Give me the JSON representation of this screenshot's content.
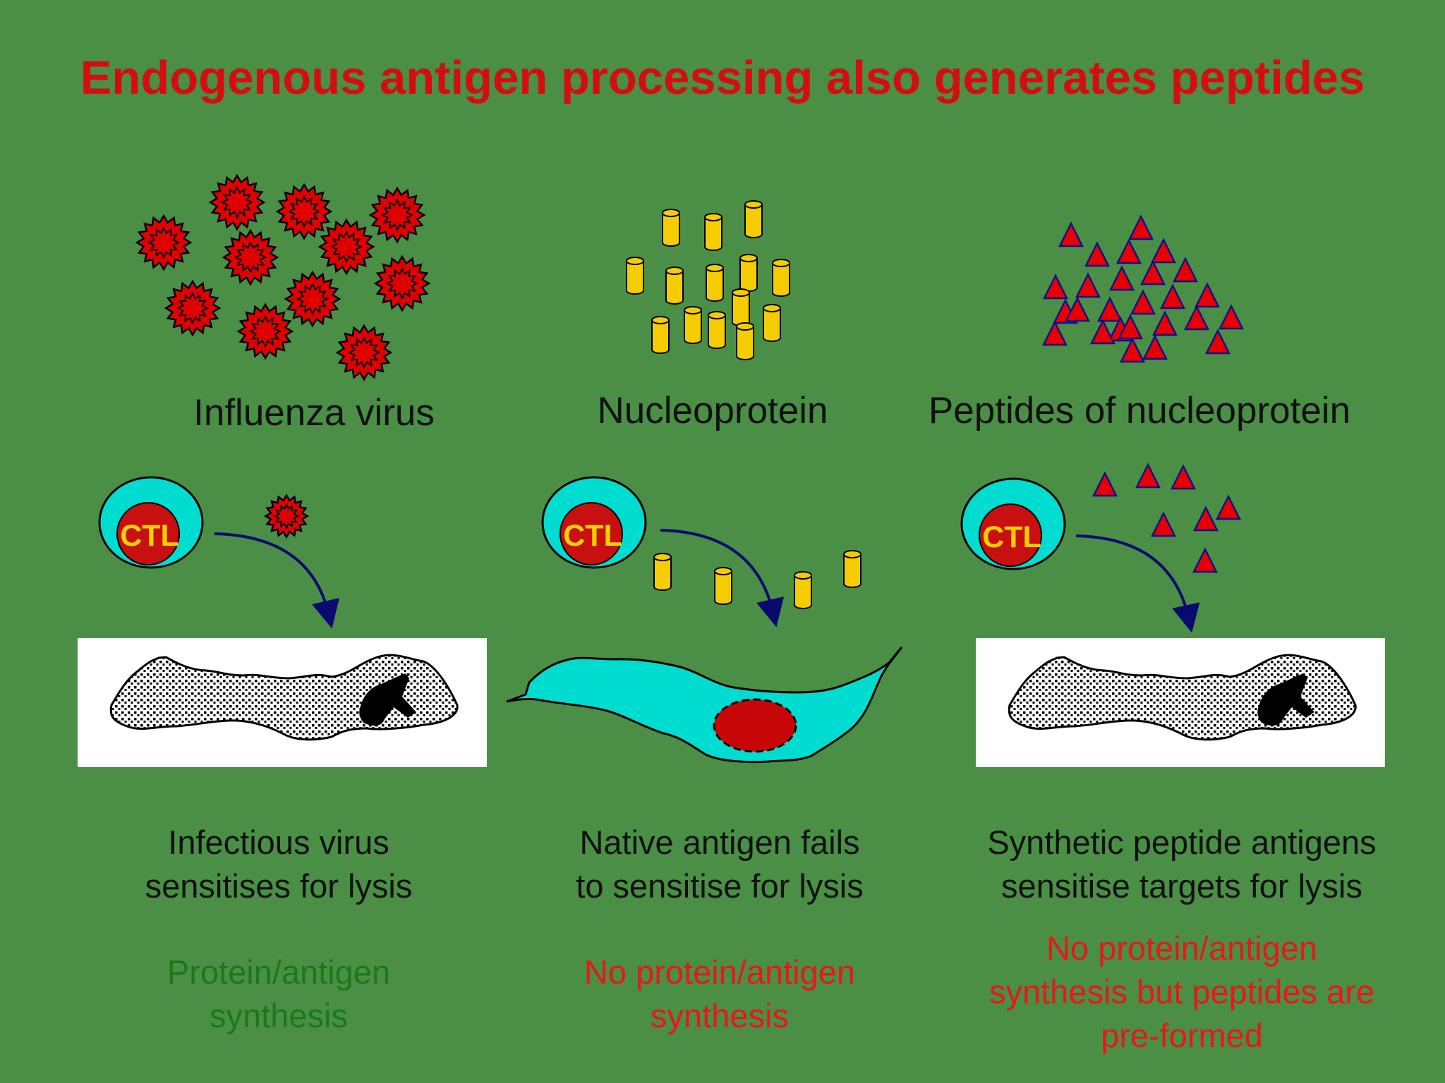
{
  "title": "Endogenous antigen processing also generates peptides",
  "labels": [
    "Influenza virus",
    "Nucleoprotein",
    "Peptides of nucleoprotein"
  ],
  "ctl_label": "CTL",
  "captions": [
    "Infectious virus\nsensitises for lysis",
    "Native antigen fails\nto sensitise for lysis",
    "Synthetic peptide antigens\nsensitise targets for lysis"
  ],
  "notes": [
    "Protein/antigen\nsynthesis",
    "No protein/antigen\nsynthesis",
    "No protein/antigen\nsynthesis but peptides are\npre-formed"
  ],
  "colors": {
    "background": "#4a8f45",
    "title": "#d40e0e",
    "virus": "#e00000",
    "cylinder": "#f5cc00",
    "cell": "#00dcd0",
    "note_green": "#1a7a1a",
    "note_red": "#e81818"
  }
}
